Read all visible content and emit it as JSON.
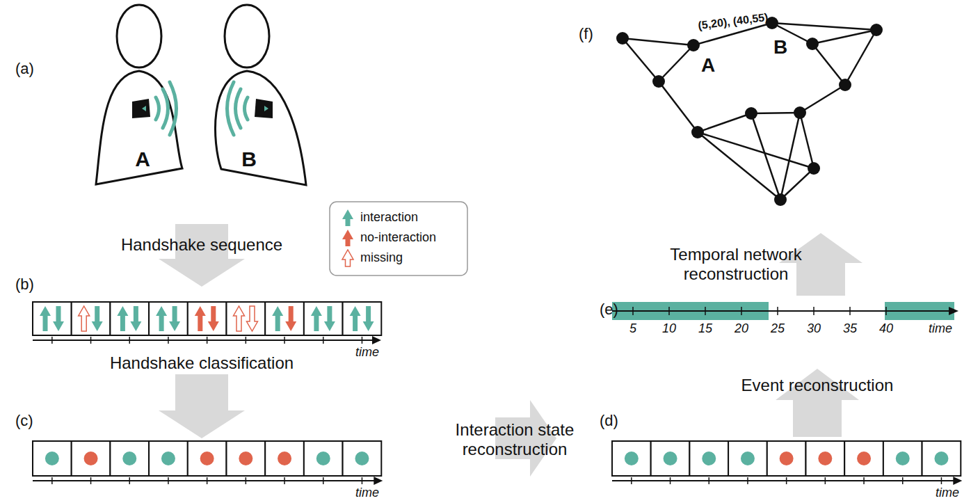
{
  "diagram": {
    "labels": [
      "(a)",
      "A",
      "B",
      "Handshake sequence",
      "(b)",
      "Handshake classification",
      "(c)",
      "Interaction state reconstruction",
      "(d)",
      "Event reconstruction",
      "(e)",
      "Temporal network reconstruction",
      "(f)",
      "(5,20), (40,55)",
      "A",
      "B",
      "5",
      "10",
      "15",
      "20",
      "25",
      "30",
      "35",
      "40",
      "time",
      "time",
      "time",
      "time"
    ],
    "legend": [
      {
        "text": "interaction",
        "color": "#5bb1a0"
      },
      {
        "text": "no-interaction",
        "color": "#e0644c"
      },
      {
        "text": "missing"
      }
    ]
  }
}
